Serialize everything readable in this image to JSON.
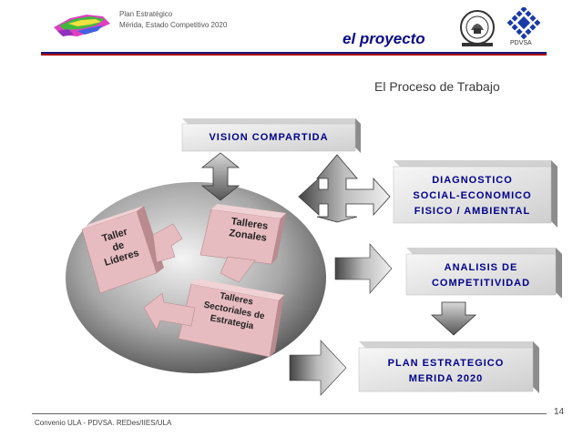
{
  "header": {
    "line1": "Plan Estratégico",
    "line2": "Mérida, Estado Competitivo 2020",
    "section": "el proyecto",
    "subtitle": "El Proceso de Trabajo",
    "logo_right_text": "PDVSA"
  },
  "diagram": {
    "vision": "VISION COMPARTIDA",
    "diagnostico": [
      "DIAGNOSTICO",
      "SOCIAL-ECONOMICO",
      "FISICO / AMBIENTAL"
    ],
    "analisis": [
      "ANALISIS DE",
      "COMPETITIVIDAD"
    ],
    "plan": [
      "PLAN ESTRATEGICO",
      "MERIDA 2020"
    ],
    "talleres": {
      "lideres": [
        "Taller",
        "de",
        "Líderes"
      ],
      "zonales": [
        "Talleres",
        "Zonales"
      ],
      "sectoriales": [
        "Talleres",
        "Sectoriales de",
        "Estrategia"
      ]
    }
  },
  "footer": {
    "text": "Convenio ULA - PDVSA.  REDes/IIES/ULA",
    "page": "14"
  },
  "colors": {
    "title_blue": "#0a0a8a",
    "rule_red": "#b01010",
    "rule_blue": "#1a1a7a",
    "pink_box": "#e7bcc0"
  }
}
